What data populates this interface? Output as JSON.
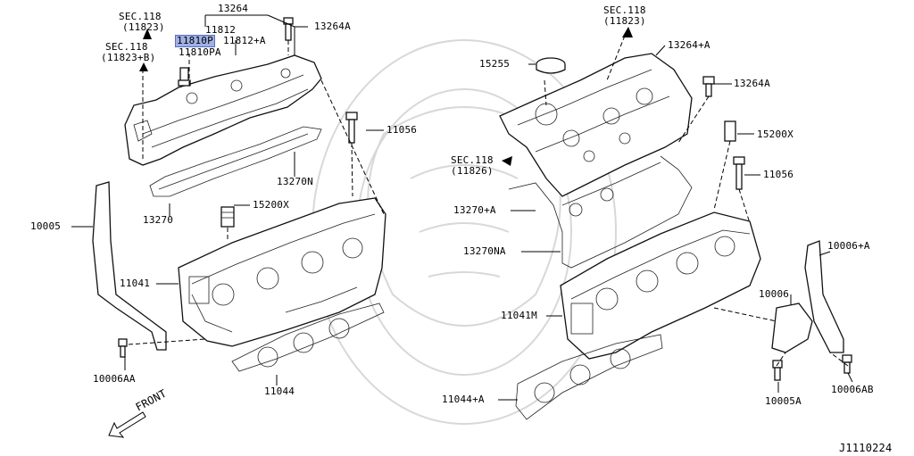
{
  "diagram_id": "J1110224",
  "front_label": "FRONT",
  "labels": {
    "sec118_11823_top": "SEC.118",
    "sec118_11823_top_sub": "(11823)",
    "p13264": "13264",
    "p11812": "11812",
    "p11810p": "11810P",
    "p11812a": "11812+A",
    "p11810pa": "11810PA",
    "p13264a_left": "13264A",
    "sec118_11823b": "SEC.118",
    "sec118_11823b_sub": "(11823+B)",
    "p11056_left": "11056",
    "p13270n": "13270N",
    "p13270": "13270",
    "p15200x_left": "15200X",
    "p10005": "10005",
    "p11041": "11041",
    "p10006aa": "10006AA",
    "p11044": "11044",
    "sec118_11823_right": "SEC.118",
    "sec118_11823_right_sub": "(11823)",
    "p13264a_plus": "13264+A",
    "p15255": "15255",
    "p13264a_right": "13264A",
    "p15200x_right": "15200X",
    "sec118_11826": "SEC.118",
    "sec118_11826_sub": "(11826)",
    "p11056_right": "11056",
    "p13270a": "13270+A",
    "p13270na": "13270NA",
    "p11041m": "11041M",
    "p10006a_plus": "10006+A",
    "p10006": "10006",
    "p10005a": "10005A",
    "p10006ab": "10006AB",
    "p11044a": "11044+A"
  }
}
